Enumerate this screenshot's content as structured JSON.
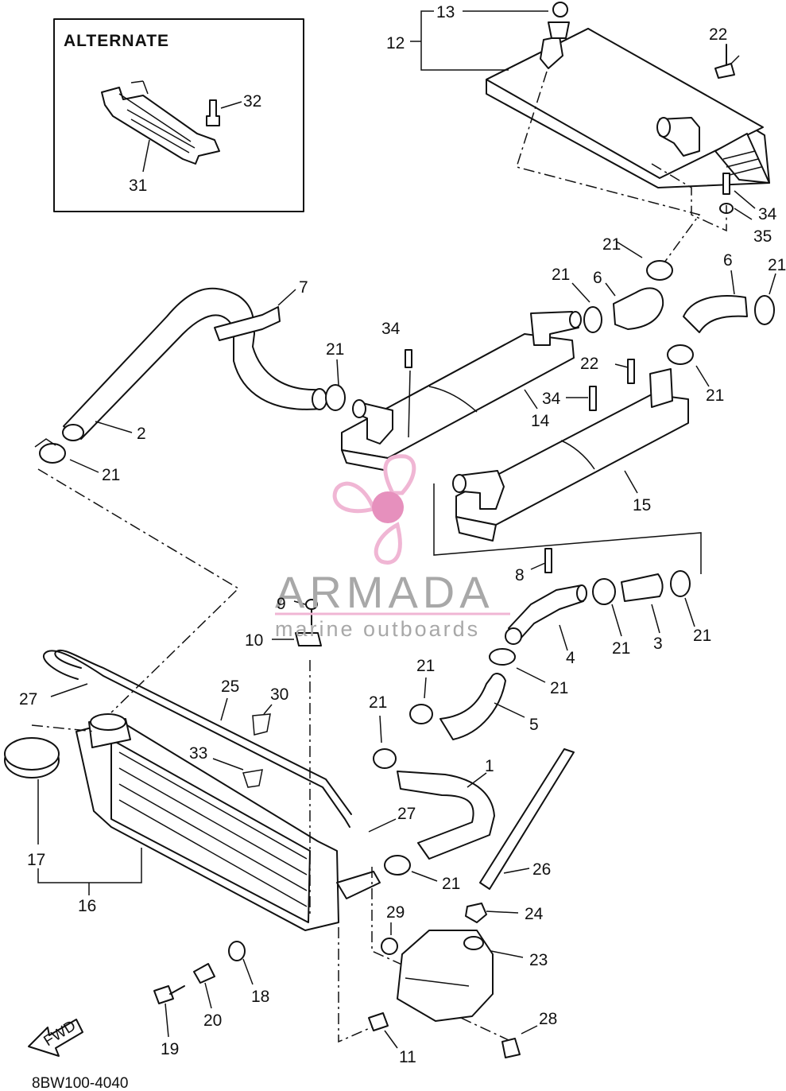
{
  "diagram": {
    "alternate_title": "ALTERNATE",
    "drawing_code": "8BW100-4040",
    "fwd_label": "FWD",
    "colors": {
      "ink": "#111111",
      "logo_pink": "#f0b6d4",
      "logo_pink_dark": "#e690bd",
      "watermark_gray": "#a8a8a8"
    },
    "labels": {
      "p1": "1",
      "p2": "2",
      "p3": "3",
      "p4": "4",
      "p5": "5",
      "p6a": "6",
      "p6b": "6",
      "p7": "7",
      "p8": "8",
      "p9": "9",
      "p10": "10",
      "p11": "11",
      "p12": "12",
      "p13": "13",
      "p14": "14",
      "p15": "15",
      "p16": "16",
      "p17": "17",
      "p18": "18",
      "p19": "19",
      "p20": "20",
      "p21a": "21",
      "p21b": "21",
      "p21c": "21",
      "p21d": "21",
      "p21e": "21",
      "p21f": "21",
      "p21g": "21",
      "p21h": "21",
      "p21i": "21",
      "p21j": "21",
      "p21k": "21",
      "p21l": "21",
      "p22a": "22",
      "p22b": "22",
      "p23": "23",
      "p24": "24",
      "p25": "25",
      "p26": "26",
      "p27a": "27",
      "p27b": "27",
      "p28": "28",
      "p29": "29",
      "p30": "30",
      "p31": "31",
      "p32": "32",
      "p33": "33",
      "p34a": "34",
      "p34b": "34",
      "p34c": "34",
      "p35": "35"
    }
  },
  "watermark": {
    "name": "ARMADA",
    "tagline": "marine outboards",
    "logo_icon": "propeller-icon"
  }
}
